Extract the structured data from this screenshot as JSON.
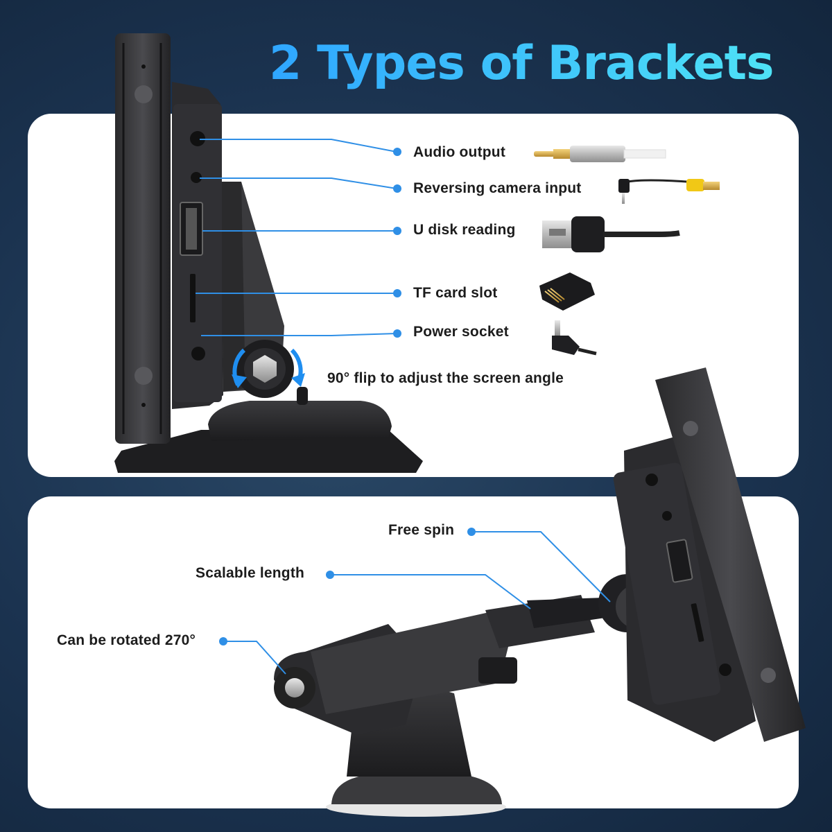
{
  "title": "2 Types of Brackets",
  "colors": {
    "accent": "#2f8fe6",
    "title_gradient_start": "#2fa6ff",
    "title_gradient_end": "#4ee2f6",
    "background": "#1b3350",
    "panel": "#ffffff"
  },
  "top_panel": {
    "callouts": [
      {
        "label": "Audio output",
        "icon": "audio-jack-cable-icon"
      },
      {
        "label": "Reversing camera input",
        "icon": "rca-camera-cable-icon"
      },
      {
        "label": "U disk reading",
        "icon": "usb-cable-icon"
      },
      {
        "label": "TF card slot",
        "icon": "tf-card-icon"
      },
      {
        "label": "Power socket",
        "icon": "dc-power-plug-icon"
      }
    ],
    "flip_note": "90° flip to adjust the screen angle"
  },
  "bottom_panel": {
    "callouts": [
      {
        "label": "Free spin"
      },
      {
        "label": "Scalable length"
      },
      {
        "label": "Can be rotated 270°"
      }
    ]
  }
}
